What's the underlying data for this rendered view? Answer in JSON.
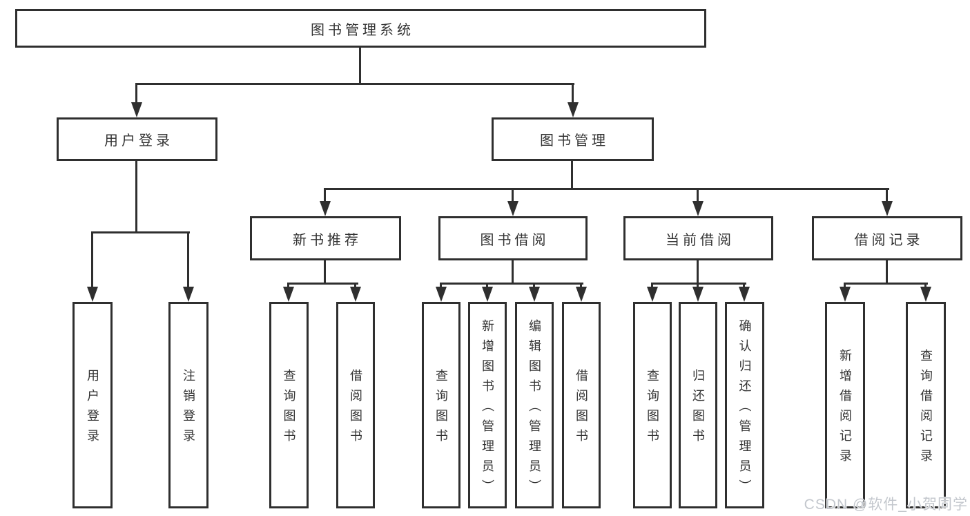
{
  "diagram": {
    "root": {
      "label": "图书管理系统"
    },
    "level2": [
      {
        "label": "用户登录"
      },
      {
        "label": "图书管理"
      }
    ],
    "level3": [
      {
        "label": "新书推荐"
      },
      {
        "label": "图书借阅"
      },
      {
        "label": "当前借阅"
      },
      {
        "label": "借阅记录"
      }
    ],
    "leaves": {
      "user_login": [
        {
          "label": "用户登录"
        },
        {
          "label": "注销登录"
        }
      ],
      "new_book": [
        {
          "label": "查询图书"
        },
        {
          "label": "借阅图书"
        }
      ],
      "book_borrow": [
        {
          "label": "查询图书"
        },
        {
          "label": "新增图书（管理员）"
        },
        {
          "label": "编辑图书（管理员）"
        },
        {
          "label": "借阅图书"
        }
      ],
      "current_borrow": [
        {
          "label": "查询图书"
        },
        {
          "label": "归还图书"
        },
        {
          "label": "确认归还（管理员）"
        }
      ],
      "borrow_record": [
        {
          "label": "新增借阅记录"
        },
        {
          "label": "查询借阅记录"
        }
      ]
    }
  },
  "watermark": {
    "text": "CSDN @软件_小贺同学"
  },
  "colors": {
    "line": "#2f2f2f",
    "text": "#333333",
    "background": "#ffffff",
    "watermark": "#c3c7cd"
  }
}
